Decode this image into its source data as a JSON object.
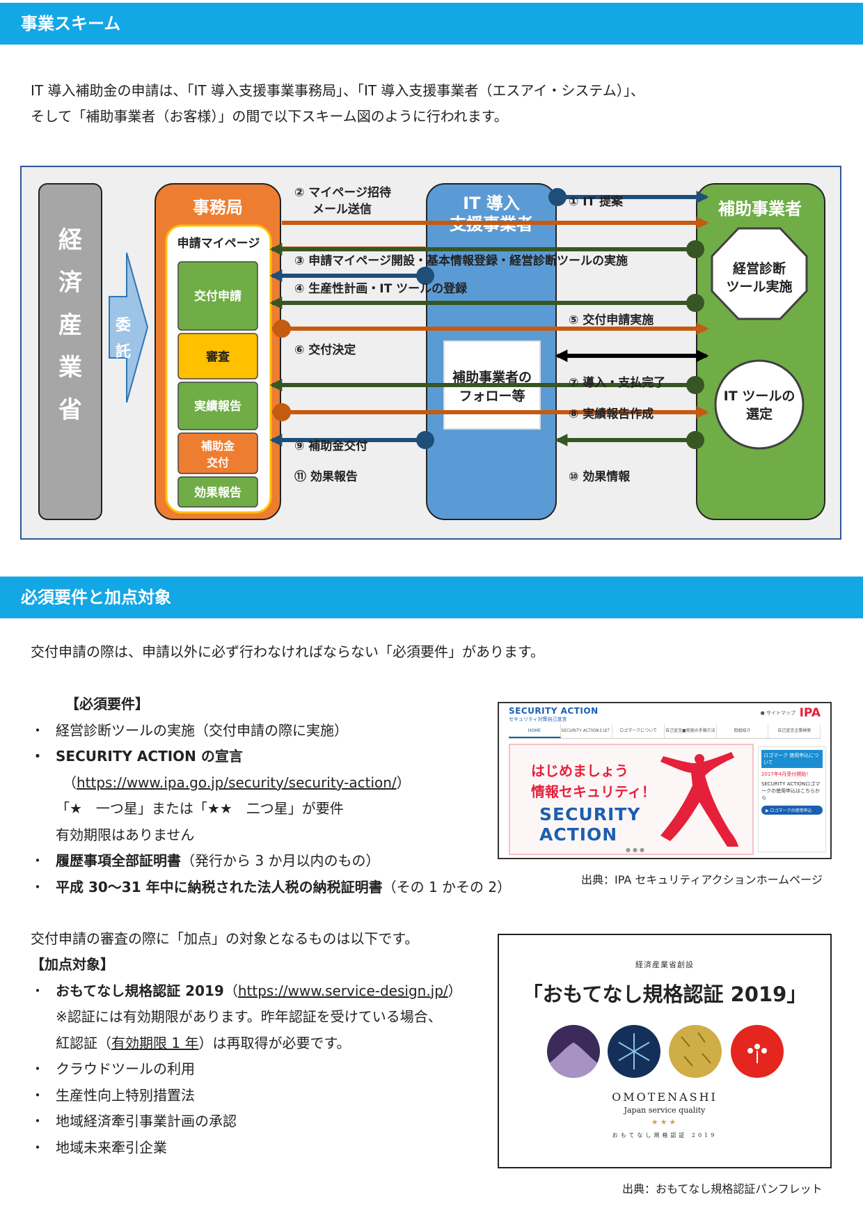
{
  "section1": {
    "title": "事業スキーム",
    "intro_line1": "IT 導入補助金の申請は、「IT 導入支援事業事務局」、「IT 導入支援事業者（エスアイ・システム）」、",
    "intro_line2": "そして「補助事業者（お客様）」の間で以下スキーム図のように行われます。"
  },
  "scheme": {
    "ministry": "経済産業省",
    "delegation": "委託",
    "office": "事務局",
    "mypage": "申請マイページ",
    "steps_left": [
      "交付申請",
      "審査",
      "実績報告",
      "補助金",
      "交付",
      "効果報告"
    ],
    "vendor_line1": "IT 導入",
    "vendor_line2": "支援事業者",
    "vendor_follow1": "補助事業者の",
    "vendor_follow2": "フォロー等",
    "client": "補助事業者",
    "client_oct1": "経営診断",
    "client_oct2": "ツール実施",
    "client_circ1": "IT ツールの",
    "client_circ2": "選定",
    "labels": {
      "s2a": "② マイページ招待",
      "s2b": "メール送信",
      "s3": "③ 申請マイページ開設・基本情報登録・経営診断ツールの実施",
      "s4": "④ 生産性計画・IT ツールの登録",
      "s6": "⑥ 交付決定",
      "s9": "⑨ 補助金交付",
      "s11": "⑪ 効果報告",
      "s1": "① IT 提案",
      "s5": "⑤ 交付申請実施",
      "s7": "⑦ 導入・支払完了",
      "s8": "⑧ 実績報告作成",
      "s10": "⑩ 効果情報"
    }
  },
  "section2": {
    "title": "必須要件と加点対象",
    "intro": "交付申請の際は、申請以外に必ず行わなければならない「必須要件」があります。",
    "required_header": "【必須要件】",
    "bullet": "・",
    "req1": "経営診断ツールの実施（交付申請の際に実施）",
    "req2": "SECURITY ACTION の宣言",
    "req2_paren_open": "（",
    "req2_url": "https://www.ipa.go.jp/security/security-action/",
    "req2_paren_close": "）",
    "req2_note1": "「★　一つ星」または「★★　二つ星」が要件",
    "req2_note2": "有効期限はありません",
    "req3_bold": "履歴事項全部証明書",
    "req3_rest": "（発行から 3 か月以内のもの）",
    "req4_bold": "平成 30～31 年中に納税された法人税の納税証明書",
    "req4_rest": "（その 1 かその 2）",
    "bonus_intro": "交付申請の審査の際に「加点」の対象となるものは以下です。",
    "bonus_header": "【加点対象】",
    "bonus1_bold": "おもてなし規格認証 2019",
    "bonus1_open": "（",
    "bonus1_url": "https://www.service-design.jp/",
    "bonus1_close": "）",
    "bonus1_note1": "※認証には有効期限があります。昨年認証を受けている場合、",
    "bonus1_note2a": "紅認証（",
    "bonus1_note2u": "有効期限 1 年",
    "bonus1_note2b": "）は再取得が必要です。",
    "bonus2": "クラウドツールの利用",
    "bonus3": "生産性向上特別措置法",
    "bonus4": "地域経済牽引事業計画の承認",
    "bonus5": "地域未来牽引企業"
  },
  "shot1": {
    "logo": "SECURITY ACTION",
    "logo_sub": "セキュリティ対策自己宣言",
    "sitemap": "● サイトマップ",
    "ipa": "IPA",
    "nav": [
      "HOME",
      "SECURITY ACTIONとは？",
      "ロゴマークについて",
      "自己宣言■実施の手順方法",
      "取組紹介",
      "自己宣言企業検索"
    ],
    "hero1": "はじめましょう",
    "hero2": "情報セキュリティ！",
    "hero3": "SECURITY",
    "hero4": "ACTION",
    "dots": "●●●",
    "side_title": "ロゴマーク 使用申込について",
    "side_red": "2017年4月受付開始！",
    "side_text": "SECURITY ACTIONロゴマークの使用申込はこちらから",
    "side_btn": "▶ ロゴマークの使用申込",
    "caption": "出典：IPA セキュリティアクションホームページ"
  },
  "shot2": {
    "sub": "経済産業省創設",
    "title": "「おもてなし規格認証 2019」",
    "brand": "OMOTENASHI",
    "tagline": "Japan service quality",
    "stars": "★★★",
    "foot": "おもてなし規格認証 2019",
    "caption": "出典：おもてなし規格認証パンフレット"
  },
  "colors": {
    "banner": "#14a7e6",
    "ministry": "#a6a6a6",
    "office": "#ed7d31",
    "vendor": "#5b9bd5",
    "client": "#70ad47",
    "step_green": "#70ad47",
    "step_yellow": "#ffc000",
    "arrow_orange": "#c55a11",
    "arrow_blue": "#1f4e79",
    "arrow_green": "#375623"
  }
}
